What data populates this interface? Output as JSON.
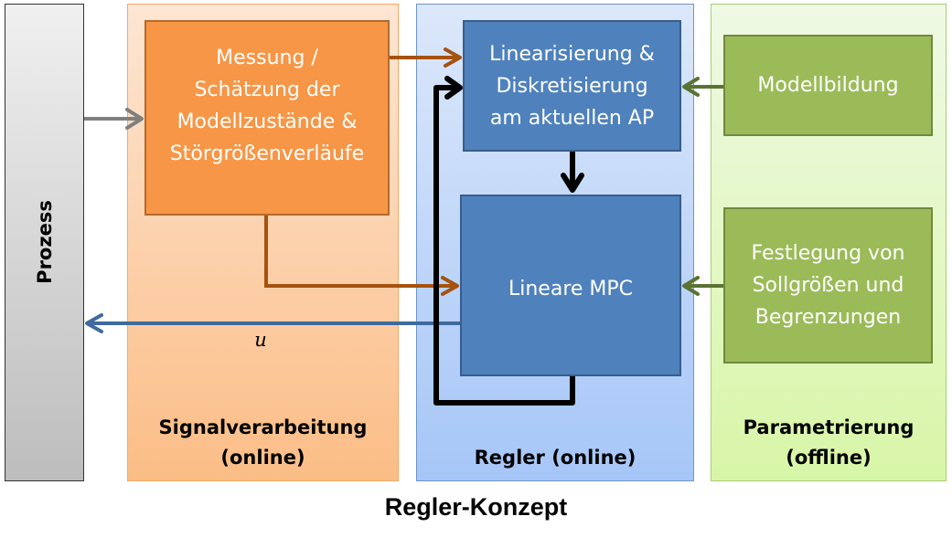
{
  "title": "Regler-Konzept",
  "prozess": {
    "label": "Prozess"
  },
  "panels": {
    "signalverarbeitung": {
      "label_line1": "Signalverarbeitung",
      "label_line2": "(online)"
    },
    "regler": {
      "label_line1": "Regler (online)"
    },
    "parametrierung": {
      "label_line1": "Parametrierung",
      "label_line2": "(offline)"
    }
  },
  "blocks": {
    "messung": {
      "lines": [
        "Messung /",
        "Schätzung der",
        "Modellzustände &",
        "Störgrößenverläufe"
      ]
    },
    "linearisierung": {
      "lines": [
        "Linearisierung &",
        "Diskretisierung",
        "am aktuellen AP"
      ]
    },
    "mpc": {
      "lines": [
        "Lineare MPC"
      ]
    },
    "modellbildung": {
      "lines": [
        "Modellbildung"
      ]
    },
    "festlegung": {
      "lines": [
        "Festlegung von",
        "Sollgrößen und",
        "Begrenzungen"
      ]
    }
  },
  "signals": {
    "u": "u"
  },
  "colors": {
    "orange_block": "#f79646",
    "blue_block": "#4f81bd",
    "green_block": "#9bbb59",
    "arrow_orange": "#a5520f",
    "arrow_blue": "#3e6a9e",
    "arrow_green": "#5a7232",
    "arrow_gray": "#7f7f7f",
    "arrow_black": "#000000"
  }
}
